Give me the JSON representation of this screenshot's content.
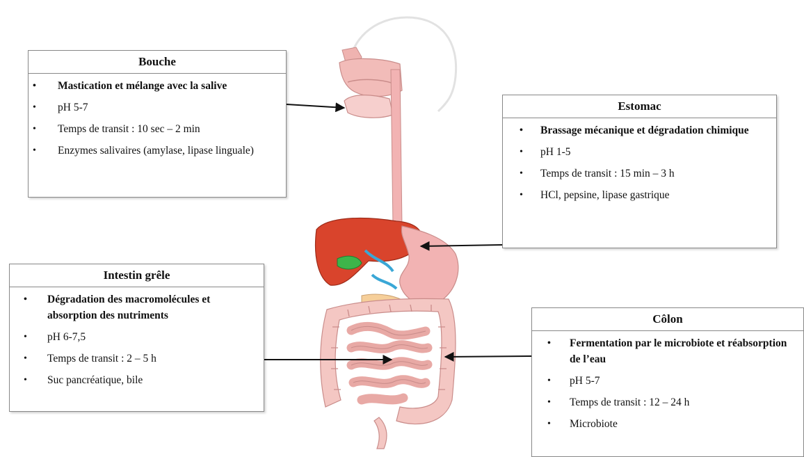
{
  "boxes": {
    "bouche": {
      "title": "Bouche",
      "items": [
        "Mastication et mélange avec la salive",
        "pH 5-7",
        "Temps de transit : 10 sec – 2 min",
        "Enzymes salivaires (amylase, lipase linguale)"
      ]
    },
    "estomac": {
      "title": "Estomac",
      "items": [
        "Brassage mécanique et dégradation chimique",
        "pH 1-5",
        "Temps de transit : 15 min – 3 h",
        "HCl, pepsine, lipase gastrique"
      ]
    },
    "intestin": {
      "title": "Intestin grêle",
      "items": [
        "Dégradation des macromolécules et absorption des nutriments",
        "pH 6-7,5",
        "Temps de transit : 2 – 5 h",
        "Suc pancréatique, bile"
      ]
    },
    "colon": {
      "title": "Côlon",
      "items": [
        "Fermentation par le microbiote et réabsorption de l’eau",
        "pH 5-7",
        "Temps de transit : 12 – 24 h",
        "Microbiote"
      ]
    }
  },
  "colors": {
    "liver": "#d9442c",
    "stomach": "#f2b3b3",
    "intestine": "#f4c7c3",
    "gallbladder": "#3db54a",
    "box_border": "#888888"
  }
}
